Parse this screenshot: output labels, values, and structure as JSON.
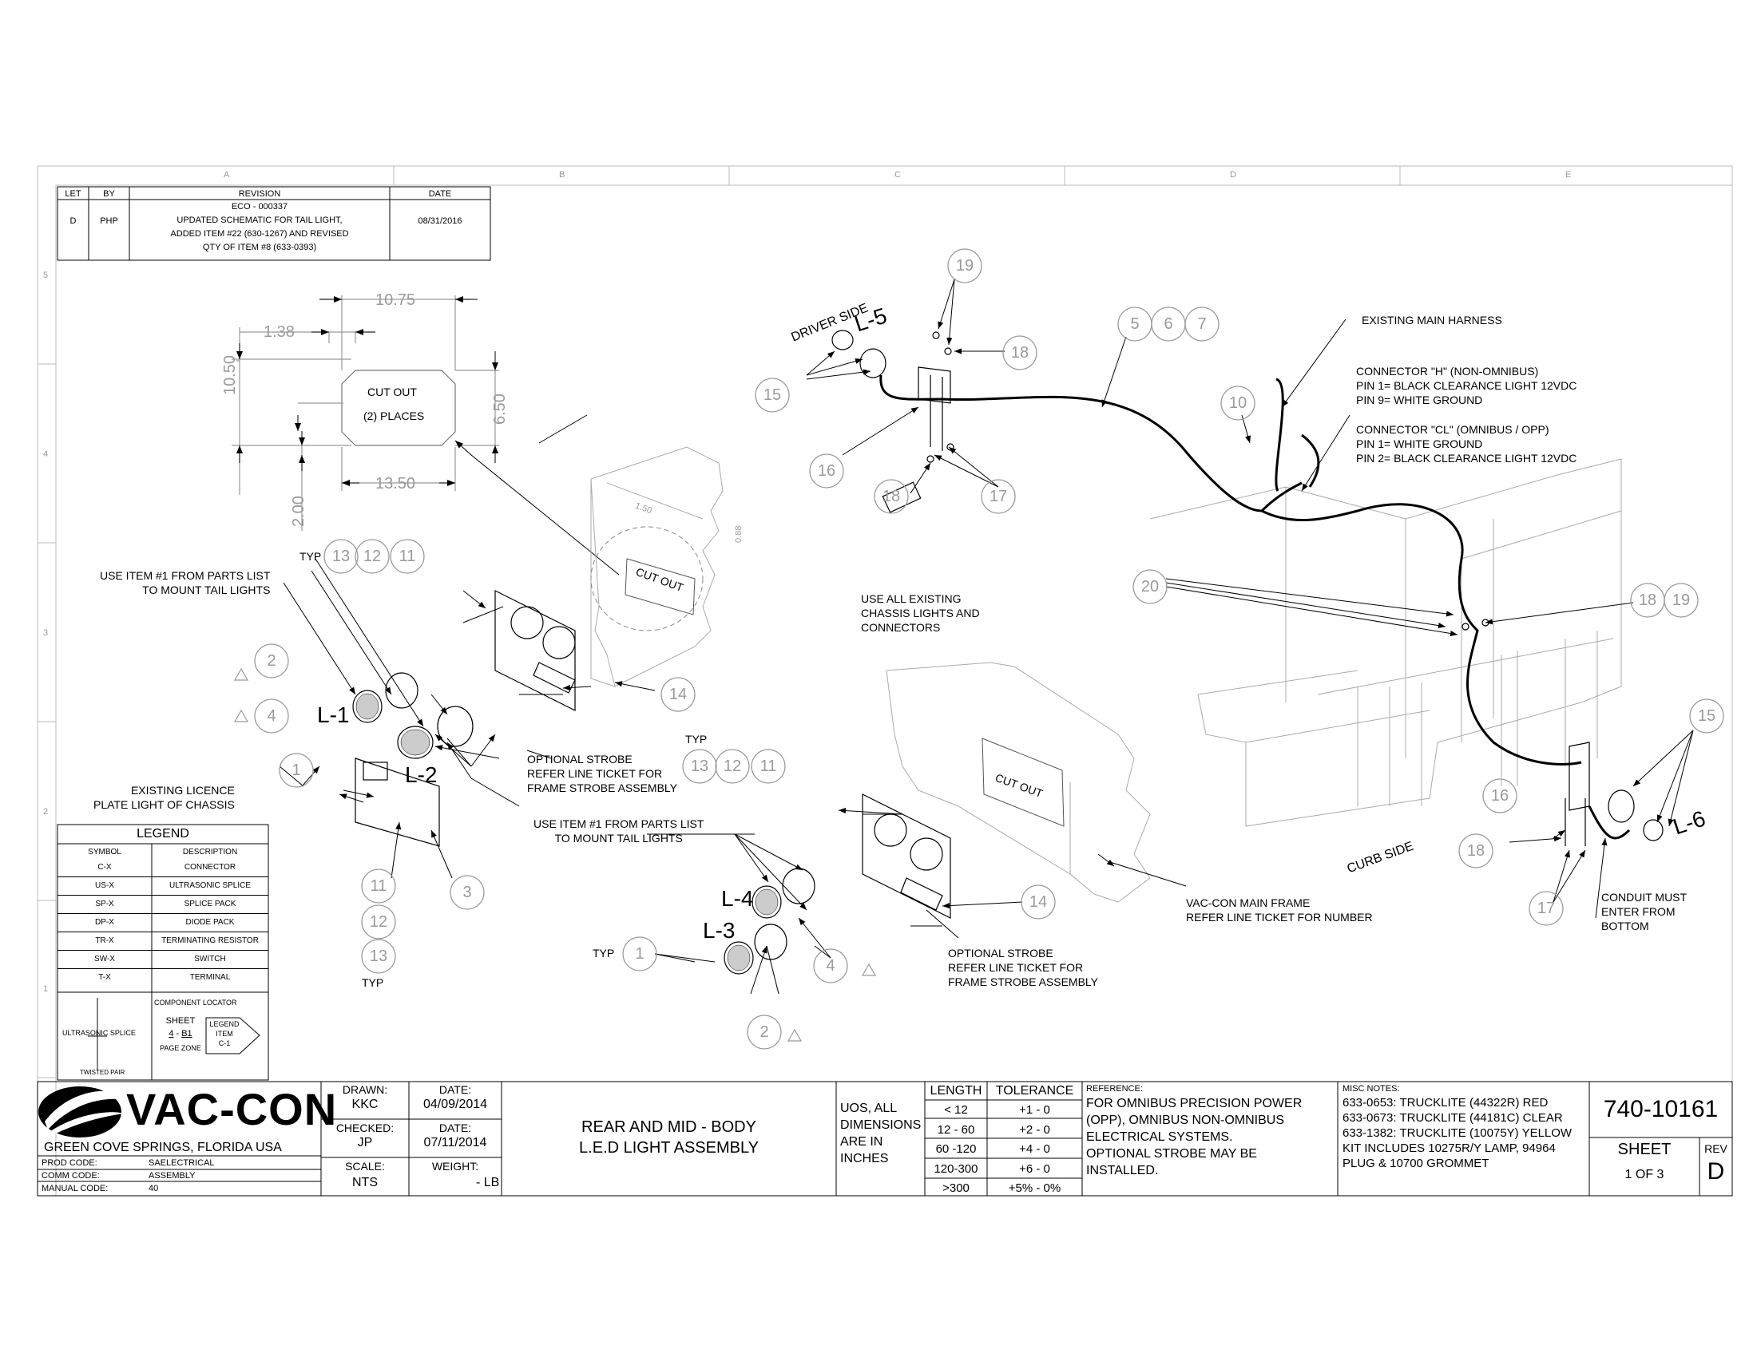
{
  "zones": {
    "columns": [
      "A",
      "B",
      "C",
      "D",
      "E"
    ],
    "rows": [
      "5",
      "4",
      "3",
      "2",
      "1"
    ]
  },
  "revision": {
    "headers": {
      "let": "LET",
      "by": "BY",
      "revision": "REVISION",
      "date": "DATE"
    },
    "entry": {
      "let": "D",
      "by": "PHP",
      "lines": [
        "ECO - 000337",
        "UPDATED SCHEMATIC FOR TAIL LIGHT,",
        "ADDED ITEM #22 (630-1267) AND REVISED",
        "QTY OF ITEM #8 (633-0393)"
      ],
      "date": "08/31/2016"
    }
  },
  "cutout_detail": {
    "dims": {
      "width_top": "10.75",
      "left_offset": "1.38",
      "height_left": "10.50",
      "height_right": "6.50",
      "width_bottom": "13.50",
      "bottom_offset": "2.00"
    },
    "label_1": "CUT OUT",
    "label_2": "(2) PLACES"
  },
  "frame_detail": {
    "dim_1": "1.50",
    "dim_2": "0.88",
    "cutout_label": "CUT OUT"
  },
  "lights": {
    "l1": "L-1",
    "l2": "L-2",
    "l3": "L-3",
    "l4": "L-4",
    "l5": "L-5",
    "l6": "L-6"
  },
  "side_labels": {
    "driver": "DRIVER SIDE",
    "curb": "CURB SIDE"
  },
  "balloons": {
    "b1": "1",
    "b2": "2",
    "b3": "3",
    "b4": "4",
    "b5": "5",
    "b6": "6",
    "b7": "7",
    "b10": "10",
    "b11": "11",
    "b12": "12",
    "b13": "13",
    "b14": "14",
    "b15": "15",
    "b16": "16",
    "b17": "17",
    "b18": "18",
    "b19": "19",
    "b20": "20"
  },
  "notes": {
    "typ": "TYP",
    "use_item_1": [
      "USE ITEM #1 FROM PARTS LIST",
      "TO MOUNT TAIL LIGHTS"
    ],
    "use_item_2": [
      "USE ITEM #1 FROM PARTS LIST",
      "TO MOUNT TAIL LIGHTS"
    ],
    "existing_licence": [
      "EXISTING LICENCE",
      "PLATE LIGHT OF CHASSIS"
    ],
    "optional_strobe_1": [
      "OPTIONAL STROBE",
      "REFER LINE TICKET FOR",
      "FRAME STROBE ASSEMBLY"
    ],
    "optional_strobe_2": [
      "OPTIONAL STROBE",
      "REFER LINE TICKET FOR",
      "FRAME STROBE ASSEMBLY"
    ],
    "use_all_existing": [
      "USE ALL EXISTING",
      "CHASSIS LIGHTS AND",
      "CONNECTORS"
    ],
    "existing_main_harness": "EXISTING MAIN HARNESS",
    "connector_h": [
      "CONNECTOR \"H\" (NON-OMNIBUS)",
      "PIN 1= BLACK CLEARANCE LIGHT 12VDC",
      "PIN 9= WHITE GROUND"
    ],
    "connector_cl": [
      "CONNECTOR \"CL\" (OMNIBUS / OPP)",
      "PIN 1= WHITE GROUND",
      "PIN 2= BLACK CLEARANCE LIGHT 12VDC"
    ],
    "main_frame": [
      "VAC-CON MAIN FRAME",
      "REFER LINE TICKET FOR NUMBER"
    ],
    "conduit": [
      "CONDUIT MUST",
      "ENTER FROM",
      "BOTTOM"
    ]
  },
  "legend": {
    "title": "LEGEND",
    "headers": [
      "SYMBOL",
      "DESCRIPTION"
    ],
    "rows": [
      [
        "C-X",
        "CONNECTOR"
      ],
      [
        "US-X",
        "ULTRASONIC SPLICE"
      ],
      [
        "SP-X",
        "SPLICE PACK"
      ],
      [
        "DP-X",
        "DIODE PACK"
      ],
      [
        "TR-X",
        "TERMINATING RESISTOR"
      ],
      [
        "SW-X",
        "SWITCH"
      ],
      [
        "T-X",
        "TERMINAL"
      ]
    ],
    "component_locator": "COMPONENT LOCATOR",
    "sheet_label": "SHEET",
    "sheet_num": "4",
    "zone": "B1",
    "page_zone": "PAGE ZONE",
    "legend_item": [
      "LEGEND",
      "ITEM",
      "C-1"
    ],
    "ultrasonic_splice": "ULTRASONIC SPLICE",
    "twisted_pair": "TWISTED PAIR"
  },
  "title_block": {
    "company": "VAC-CON",
    "location": "GREEN COVE SPRINGS, FLORIDA USA",
    "prod_code_label": "PROD CODE:",
    "prod_code": "SAELECTRICAL",
    "comm_code_label": "COMM CODE:",
    "comm_code": "ASSEMBLY",
    "manual_code_label": "MANUAL CODE:",
    "manual_code": "40",
    "drawn_label": "DRAWN:",
    "drawn": "KKC",
    "date1_label": "DATE:",
    "date1": "04/09/2014",
    "checked_label": "CHECKED:",
    "checked": "JP",
    "date2_label": "DATE:",
    "date2": "07/11/2014",
    "scale_label": "SCALE:",
    "scale": "NTS",
    "weight_label": "WEIGHT:",
    "weight": "- LB",
    "title_1": "REAR AND MID - BODY",
    "title_2": "L.E.D LIGHT ASSEMBLY",
    "uos": [
      "UOS, ALL",
      "DIMENSIONS",
      "ARE IN",
      "INCHES"
    ],
    "tol_headers": [
      "LENGTH",
      "TOLERANCE"
    ],
    "tolerances": [
      [
        "< 12",
        "+1 - 0"
      ],
      [
        "12 - 60",
        "+2 - 0"
      ],
      [
        "60 -120",
        "+4 - 0"
      ],
      [
        "120-300",
        "+6 - 0"
      ],
      [
        ">300",
        "+5% - 0%"
      ]
    ],
    "reference_label": "REFERENCE:",
    "reference": [
      "FOR OMNIBUS PRECISION POWER",
      "(OPP), OMNIBUS  NON-OMNIBUS",
      "ELECTRICAL SYSTEMS.",
      "OPTIONAL STROBE MAY BE",
      "INSTALLED."
    ],
    "misc_label": "MISC NOTES:",
    "misc": [
      "633-0653: TRUCKLITE (44322R) RED",
      "633-0673: TRUCKLITE (44181C) CLEAR",
      "633-1382: TRUCKLITE (10075Y) YELLOW",
      "KIT INCLUDES 10275R/Y LAMP, 94964",
      "PLUG & 10700 GROMMET"
    ],
    "drawing_number": "740-10161",
    "sheet_label": "SHEET",
    "sheet": "1 OF 3",
    "rev_label": "REV",
    "rev": "D"
  }
}
